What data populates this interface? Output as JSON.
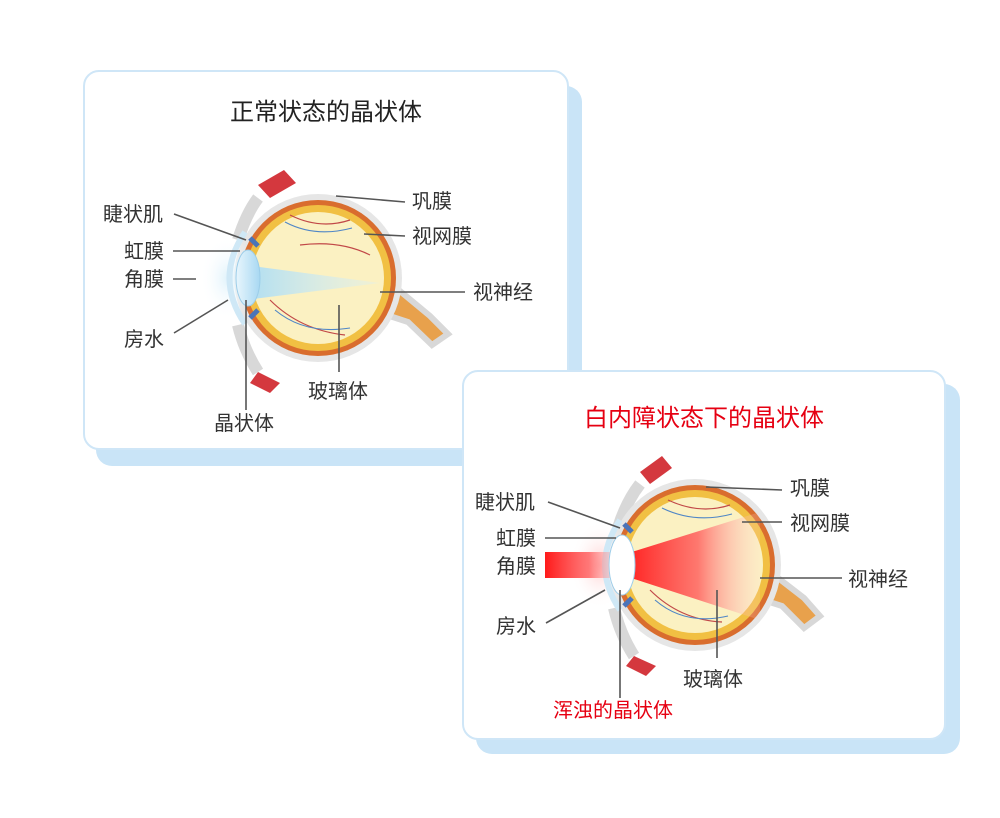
{
  "normal": {
    "title": "正常状态的晶状体",
    "labels": {
      "ciliary": "睫状肌",
      "iris": "虹膜",
      "cornea": "角膜",
      "aqueous": "房水",
      "lens": "晶状体",
      "sclera": "巩膜",
      "retina": "视网膜",
      "optic_nerve": "视神经",
      "vitreous": "玻璃体"
    }
  },
  "cataract": {
    "title": "白内障状态下的晶状体",
    "labels": {
      "ciliary": "睫状肌",
      "iris": "虹膜",
      "cornea": "角膜",
      "aqueous": "房水",
      "lens": "浑浊的晶状体",
      "sclera": "巩膜",
      "retina": "视网膜",
      "optic_nerve": "视神经",
      "vitreous": "玻璃体"
    }
  },
  "colors": {
    "card_border": "#cfe6f7",
    "card_shadow": "#c9e4f7",
    "cataract_red": "#e60012",
    "lens_blue": "#bfe3f7"
  }
}
